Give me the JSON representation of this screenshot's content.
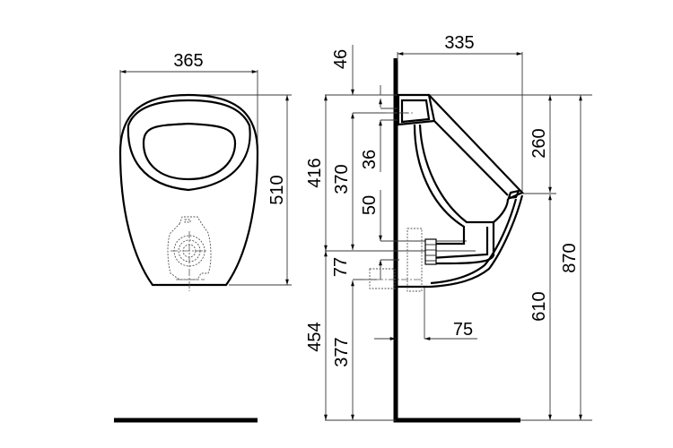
{
  "drawing": {
    "title": "Urinal dimensional drawing",
    "views": [
      "front-view",
      "side-view"
    ],
    "units": "mm"
  },
  "front_view": {
    "width_label": "365",
    "height_label": "510"
  },
  "side_view": {
    "top_offset_label": "46",
    "depth_label": "335",
    "total_height_label": "416",
    "inlet_height_label": "370",
    "inlet_spacing_label": "36",
    "inlet_to_outlet_label": "50",
    "outlet_offset_label": "77",
    "floor_to_bottom_label": "454",
    "floor_to_outlet_label": "377",
    "wall_offset_label": "75",
    "lip_height_label": "260",
    "lip_to_floor_label": "610",
    "top_to_floor_label": "870"
  },
  "colors": {
    "line": "#000000",
    "dimension_line": "#3a3a3a",
    "background": "#ffffff"
  }
}
